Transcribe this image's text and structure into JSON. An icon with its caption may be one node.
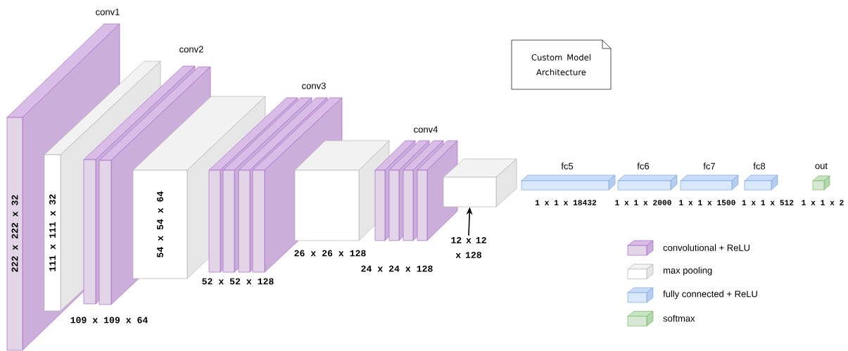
{
  "diagram": {
    "nodes": [
      {
        "text": [
          "222 x 222 x 32"
        ]
      },
      {
        "text": [
          "111 x 111 x 32"
        ]
      },
      {
        "text": [],
        "shape": "box"
      },
      {
        "text": [],
        "shape": "box"
      },
      {
        "text": [
          "54 x 54 x 64"
        ]
      },
      {
        "text": [],
        "shape": "box"
      },
      {
        "text": [],
        "shape": "box"
      },
      {
        "text": [],
        "shape": "box"
      },
      {
        "text": [],
        "shape": "box"
      },
      {
        "text": [],
        "shape": "box"
      },
      {
        "text": [],
        "shape": "box"
      },
      {
        "text": [],
        "shape": "box"
      },
      {
        "text": [],
        "shape": "box"
      },
      {
        "text": [],
        "shape": "box"
      },
      {
        "text": [],
        "shape": "box"
      },
      {
        "text": [
          "12 x 12 x 128"
        ]
      },
      {
        "text": [
          "fc5"
        ],
        "beside": [
          "1 x 1 x 18432"
        ]
      },
      {
        "text": [
          "fc6"
        ],
        "beside": [
          "1 x 1 x 2000"
        ]
      },
      {
        "text": [
          "fc7"
        ],
        "beside": [
          "1 x 1 x 1500"
        ]
      },
      {
        "text": [
          "fc8"
        ],
        "beside": [
          "1 x 1 x 512"
        ]
      },
      {
        "text": [
          "out"
        ],
        "beside": [
          "1 x 1 x 2"
        ]
      },
      {
        "text": [
          "Custom Model Architecture"
        ]
      }
    ],
    "edges": [
      {
        "from": 15,
        "to": 14,
        "arrow": "to"
      }
    ],
    "labels": [
      "conv1",
      "conv2",
      "109 x 109 x 64",
      "conv3",
      "52 x 52 x 128",
      "26 x 26 x 128",
      "conv4",
      "24 x 24 x 128"
    ],
    "legend": [
      {
        "text": "convolutional + ReLU",
        "color": "#e1d5e7"
      },
      {
        "text": "max pooling",
        "color": "#ffffff"
      },
      {
        "text": "fully connected + ReLU",
        "color": "#dae8fc"
      },
      {
        "text": "softmax",
        "color": "#d5e8d4"
      }
    ]
  }
}
